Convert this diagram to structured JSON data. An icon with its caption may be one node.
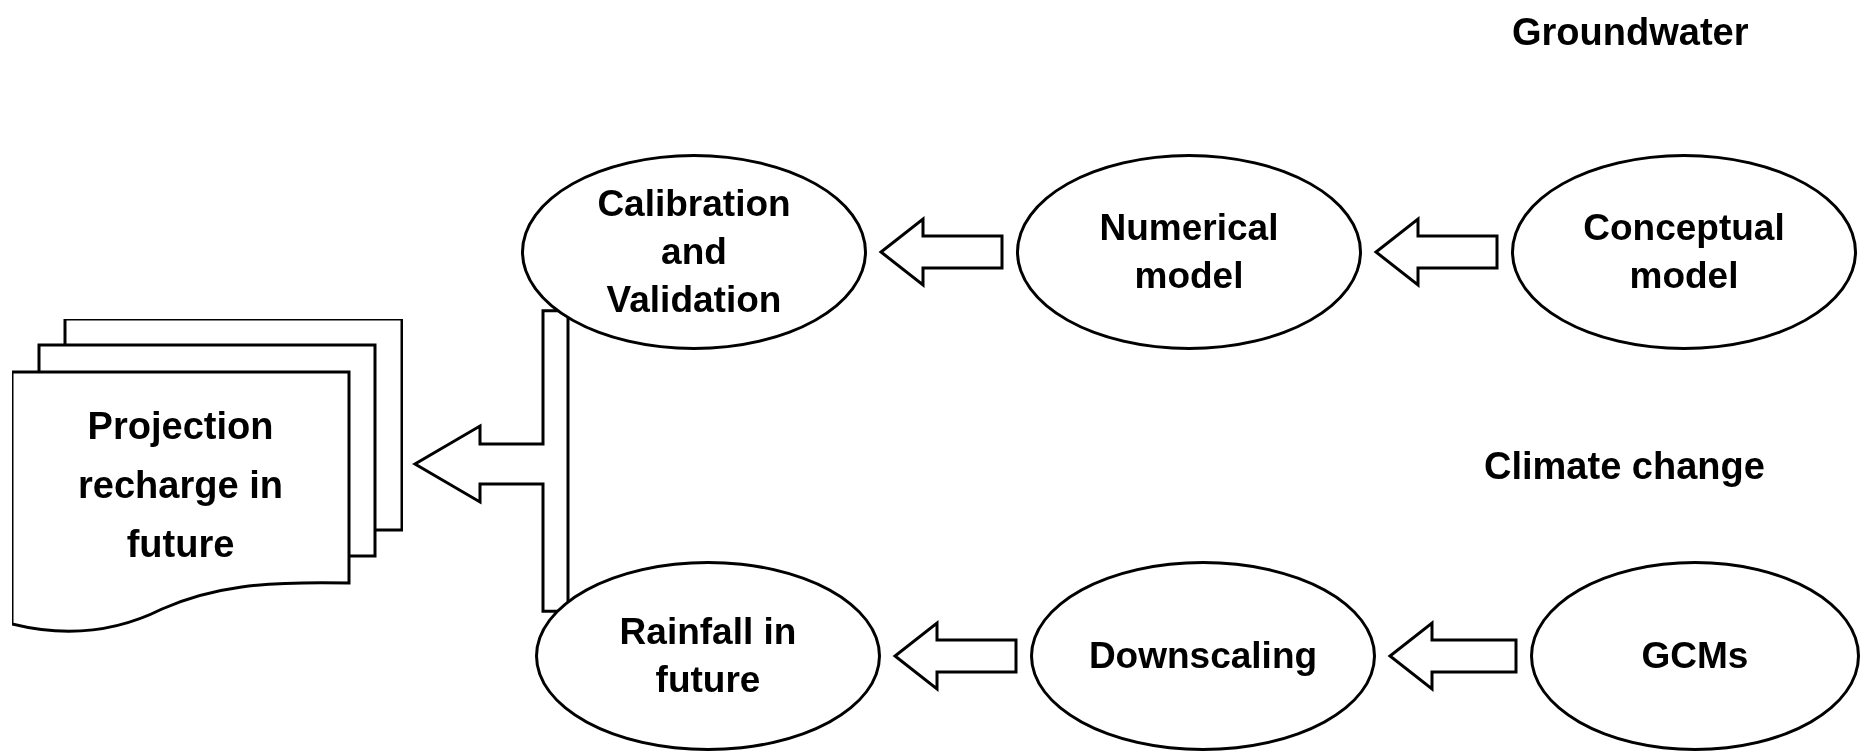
{
  "diagram": {
    "nodes": [
      {
        "text": [
          "Calibration and Validation"
        ]
      },
      {
        "text": [
          "Numerical model"
        ]
      },
      {
        "text": [
          "Conceptual model"
        ]
      },
      {
        "text": [
          "Projection recharge in future"
        ]
      },
      {
        "text": [
          "Rainfall in future"
        ]
      },
      {
        "text": [
          "Downscaling"
        ]
      },
      {
        "text": [
          "GCMs"
        ]
      }
    ],
    "edges": [
      {
        "from": 2,
        "to": 1,
        "arrow": "to"
      },
      {
        "from": 1,
        "to": 0,
        "arrow": "to"
      },
      {
        "from": 6,
        "to": 5,
        "arrow": "to"
      },
      {
        "from": 5,
        "to": 4,
        "arrow": "to"
      },
      {
        "from": 0,
        "to": 3,
        "arrow": "to"
      },
      {
        "from": 4,
        "to": 3,
        "arrow": "to"
      }
    ],
    "labels": [
      "Groundwater",
      "Climate change"
    ]
  }
}
